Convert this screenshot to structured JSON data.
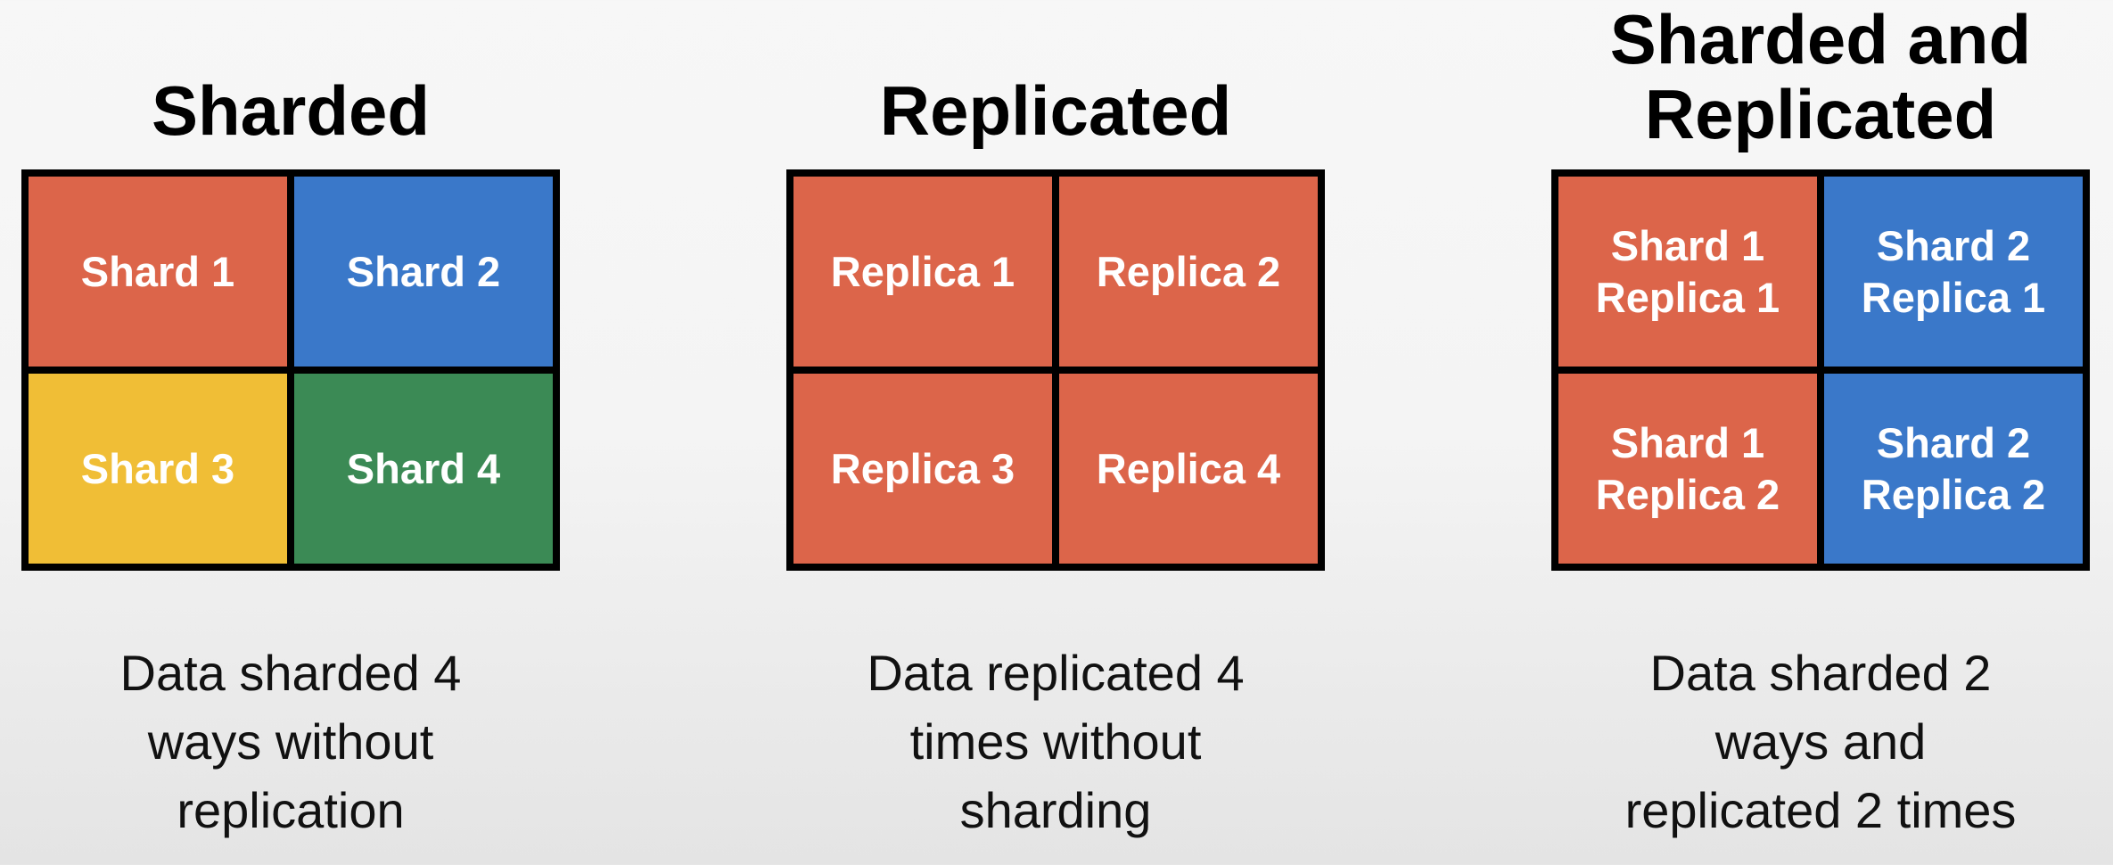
{
  "colors": {
    "red": "#dc654a",
    "blue": "#3a78c9",
    "yellow": "#f0be36",
    "green": "#3b8a55"
  },
  "panels": [
    {
      "title": "Sharded",
      "cells": [
        {
          "label": "Shard 1",
          "color": "red"
        },
        {
          "label": "Shard 2",
          "color": "blue"
        },
        {
          "label": "Shard 3",
          "color": "yellow"
        },
        {
          "label": "Shard 4",
          "color": "green"
        }
      ],
      "caption": "Data sharded 4\nways without\nreplication"
    },
    {
      "title": "Replicated",
      "cells": [
        {
          "label": "Replica 1",
          "color": "red"
        },
        {
          "label": "Replica 2",
          "color": "red"
        },
        {
          "label": "Replica 3",
          "color": "red"
        },
        {
          "label": "Replica 4",
          "color": "red"
        }
      ],
      "caption": "Data replicated 4\ntimes without\nsharding"
    },
    {
      "title": "Sharded and\nReplicated",
      "cells": [
        {
          "label": "Shard 1\nReplica 1",
          "color": "red"
        },
        {
          "label": "Shard 2\nReplica 1",
          "color": "blue"
        },
        {
          "label": "Shard 1\nReplica 2",
          "color": "red"
        },
        {
          "label": "Shard 2\nReplica 2",
          "color": "blue"
        }
      ],
      "caption": "Data sharded 2\nways and\nreplicated 2 times"
    }
  ]
}
